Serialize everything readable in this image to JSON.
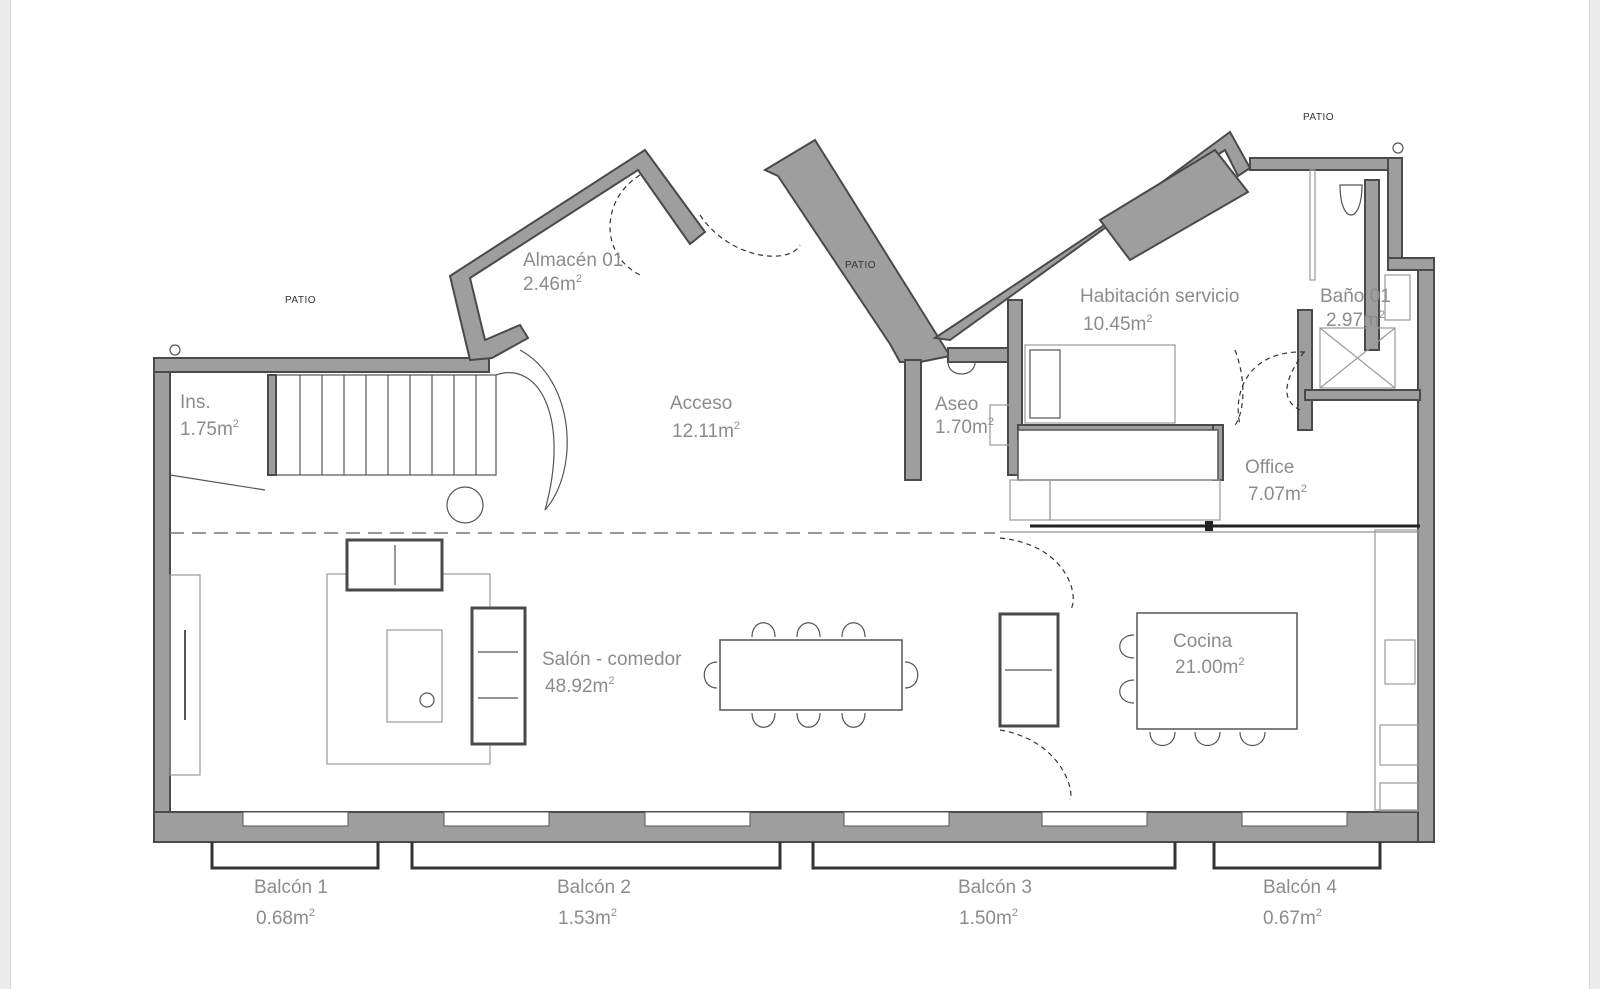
{
  "rooms": {
    "ins": {
      "name": "Ins.",
      "area": "1.75m",
      "unit_sup": "2"
    },
    "almacen": {
      "name": "Almacén 01",
      "area": "2.46m",
      "unit_sup": "2"
    },
    "acceso": {
      "name": "Acceso",
      "area": "12.11m",
      "unit_sup": "2"
    },
    "aseo": {
      "name": "Aseo",
      "area": "1.70m",
      "unit_sup": "2"
    },
    "habitacion": {
      "name": "Habitación servicio",
      "area": "10.45m",
      "unit_sup": "2"
    },
    "bano": {
      "name": "Baño 01",
      "area": "2.97m",
      "unit_sup": "2"
    },
    "office": {
      "name": "Office",
      "area": "7.07m",
      "unit_sup": "2"
    },
    "salon": {
      "name": "Salón - comedor",
      "area": "48.92m",
      "unit_sup": "2"
    },
    "cocina": {
      "name": "Cocina",
      "area": "21.00m",
      "unit_sup": "2"
    },
    "balcon1": {
      "name": "Balcón 1",
      "area": "0.68m",
      "unit_sup": "2"
    },
    "balcon2": {
      "name": "Balcón 2",
      "area": "1.53m",
      "unit_sup": "2"
    },
    "balcon3": {
      "name": "Balcón 3",
      "area": "1.50m",
      "unit_sup": "2"
    },
    "balcon4": {
      "name": "Balcón 4",
      "area": "0.67m",
      "unit_sup": "2"
    }
  },
  "patios": {
    "left": "PATIO",
    "center": "PATIO",
    "top_right": "PATIO"
  }
}
